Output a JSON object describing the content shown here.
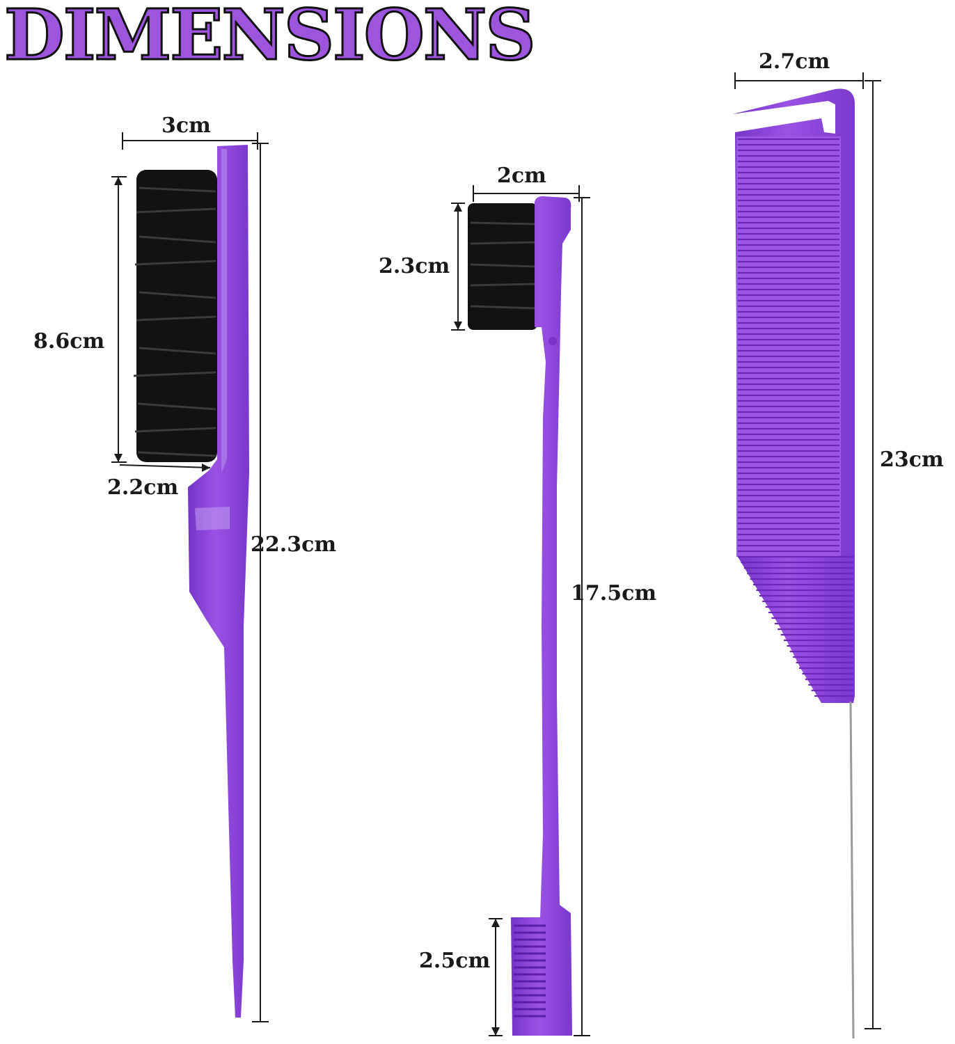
{
  "heading": "DIMENSIONS",
  "colors": {
    "tool": "#8a3fd8",
    "tool_dark": "#6a28b8",
    "tool_light": "#b07ae8",
    "bristles": "#111111",
    "ink": "#1a1a1a"
  },
  "products": [
    {
      "name": "teasing-brush",
      "width": "3cm",
      "bristle_length": "8.6cm",
      "bristle_depth": "2.2cm",
      "length": "22.3cm"
    },
    {
      "name": "edge-brush",
      "width": "2cm",
      "bristle_length": "2.3cm",
      "length": "17.5cm",
      "comb_length": "2.5cm"
    },
    {
      "name": "rat-tail-comb",
      "width": "2.7cm",
      "length": "23cm"
    }
  ]
}
